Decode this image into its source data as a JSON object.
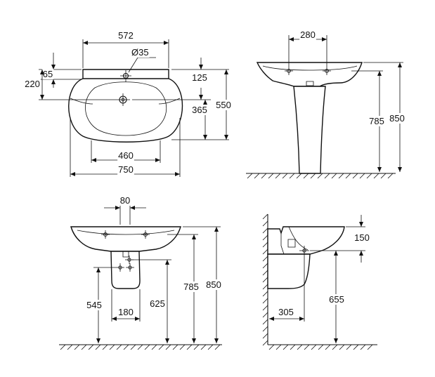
{
  "colors": {
    "line": "#111111",
    "background": "#ffffff"
  },
  "views": {
    "top": {
      "dims": {
        "top_width": "572",
        "tap_hole": "Ø35",
        "left_upper": "65",
        "left_lower": "220",
        "right_125": "125",
        "right_365": "365",
        "right_550": "550",
        "inner_width": "460",
        "total_width": "750"
      }
    },
    "side_pedestal": {
      "dims": {
        "tap_spacing": "280",
        "rim_height": "785",
        "total_height": "850"
      }
    },
    "front_semi_pedestal": {
      "dims": {
        "tap_spacing": "80",
        "left_height": "545",
        "bottom_width": "180",
        "mid_height": "625",
        "rim_height": "785",
        "total_height": "850"
      }
    },
    "side_semi_pedestal": {
      "dims": {
        "top_150": "150",
        "depth": "305",
        "height_655": "655"
      }
    }
  }
}
